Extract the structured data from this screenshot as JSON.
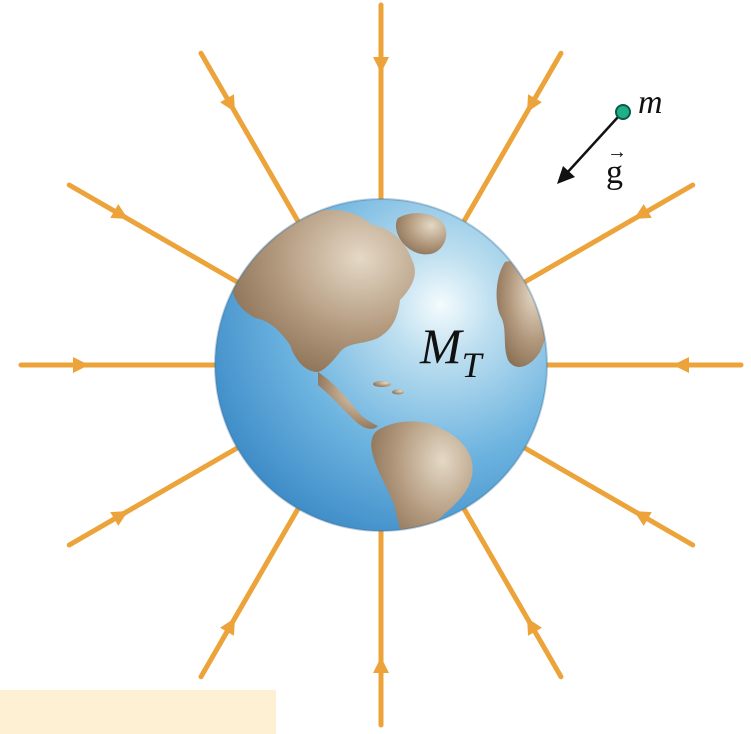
{
  "diagram": {
    "planet_label_main": "M",
    "planet_label_sub": "T",
    "test_mass_label": "m",
    "field_vector_label": "g",
    "field_vector_symbol": "→",
    "colors": {
      "field_line": "#eba33a",
      "ocean": "#5aa6d8",
      "land": "#a48a6e",
      "test_mass": "#1fb08a",
      "caption_box": "#fdf0d3"
    },
    "field_line_count": 12,
    "field_direction": "inward"
  }
}
